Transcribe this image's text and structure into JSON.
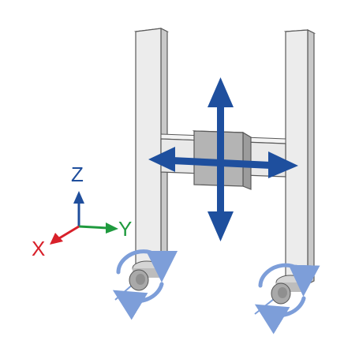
{
  "axes": {
    "z": {
      "label": "Z",
      "color": "#1f4e9c"
    },
    "y": {
      "label": "Y",
      "color": "#1f9a3e"
    },
    "x": {
      "label": "X",
      "color": "#d8202a"
    }
  },
  "colors": {
    "post_face": "#ececec",
    "post_side": "#c9c9c9",
    "post_stroke": "#5a5a5a",
    "crossbar_face": "#e9e9e9",
    "carriage": "#b4b4b4",
    "arrow_blue": "#1e4f9e",
    "rotation_ring": "#7d9ed9",
    "roller": "#a9a9a9"
  },
  "icons": {
    "motion_arrows": "four-way-arrow-icon",
    "rotation": "rotation-ring-icon"
  }
}
